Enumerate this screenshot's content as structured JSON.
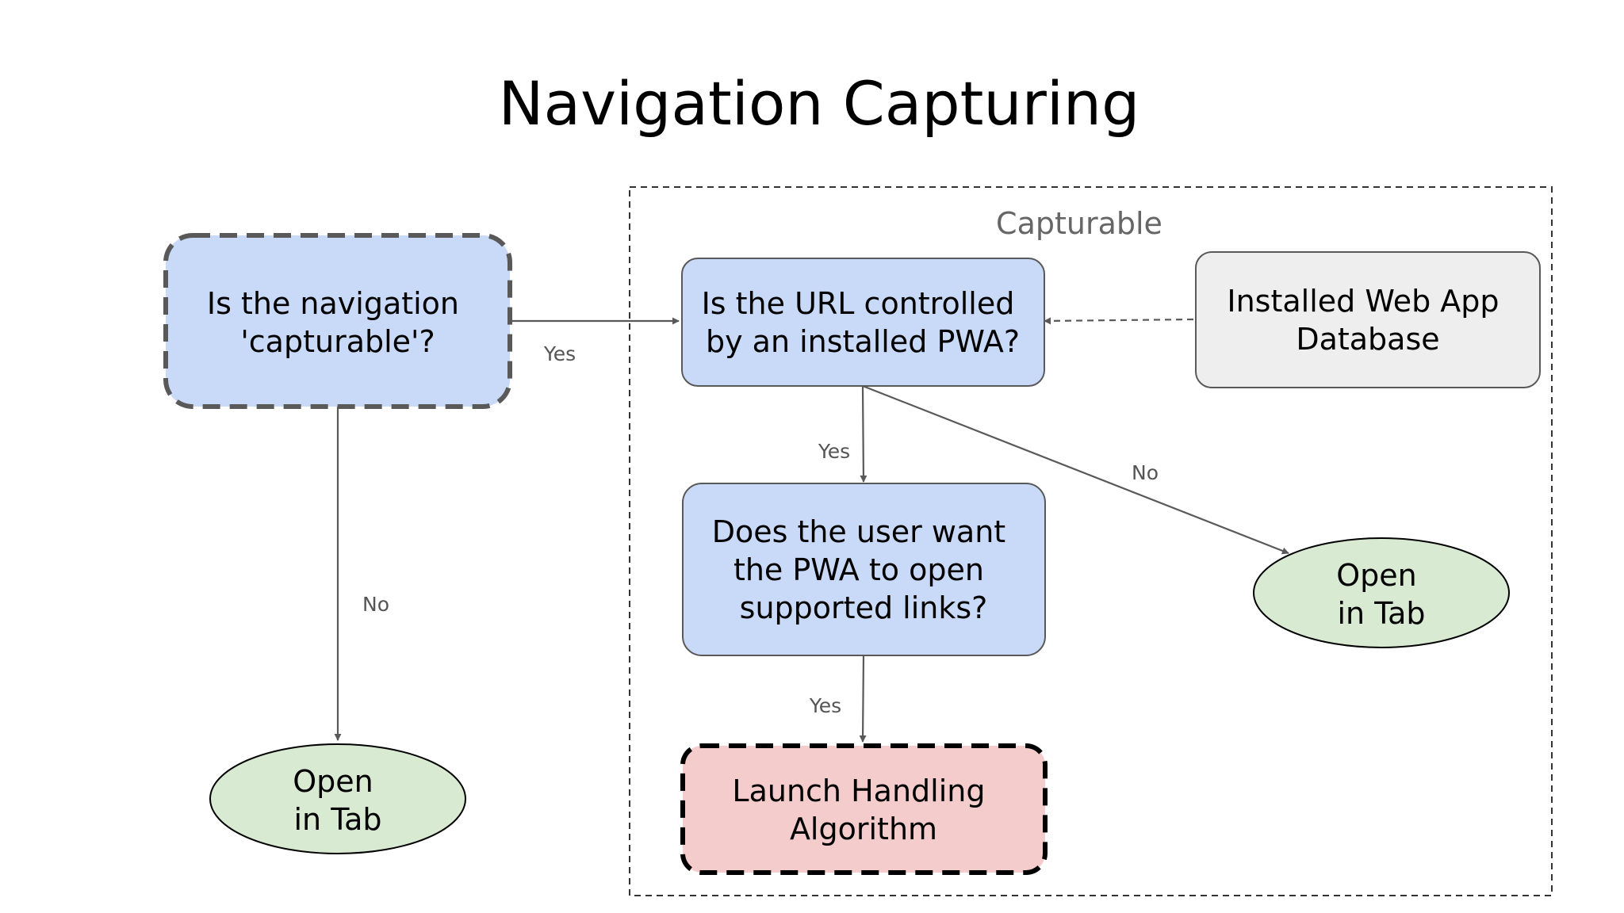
{
  "title": "Navigation Capturing",
  "group_label": "Capturable",
  "nodes": {
    "capturable_check": [
      "Is the navigation",
      "'capturable'?"
    ],
    "url_controlled": [
      "Is the URL controlled",
      "by an installed PWA?"
    ],
    "web_app_db": [
      "Installed Web App",
      "Database"
    ],
    "user_preference": [
      "Does the user want",
      "the PWA to open",
      "supported links?"
    ],
    "open_tab_right": [
      "Open",
      "in Tab"
    ],
    "open_tab_left": [
      "Open",
      "in Tab"
    ],
    "launch_handling": [
      "Launch Handling",
      "Algorithm"
    ]
  },
  "edge_labels": {
    "capturable_yes": "Yes",
    "capturable_no": "No",
    "url_yes": "Yes",
    "url_no": "No",
    "preference_yes": "Yes"
  },
  "colors": {
    "decision_fill": "#c9daf8",
    "database_fill": "#eeeeee",
    "terminal_fill": "#d9ead3",
    "launch_fill": "#f4cccc",
    "edge_stroke": "#595959"
  }
}
